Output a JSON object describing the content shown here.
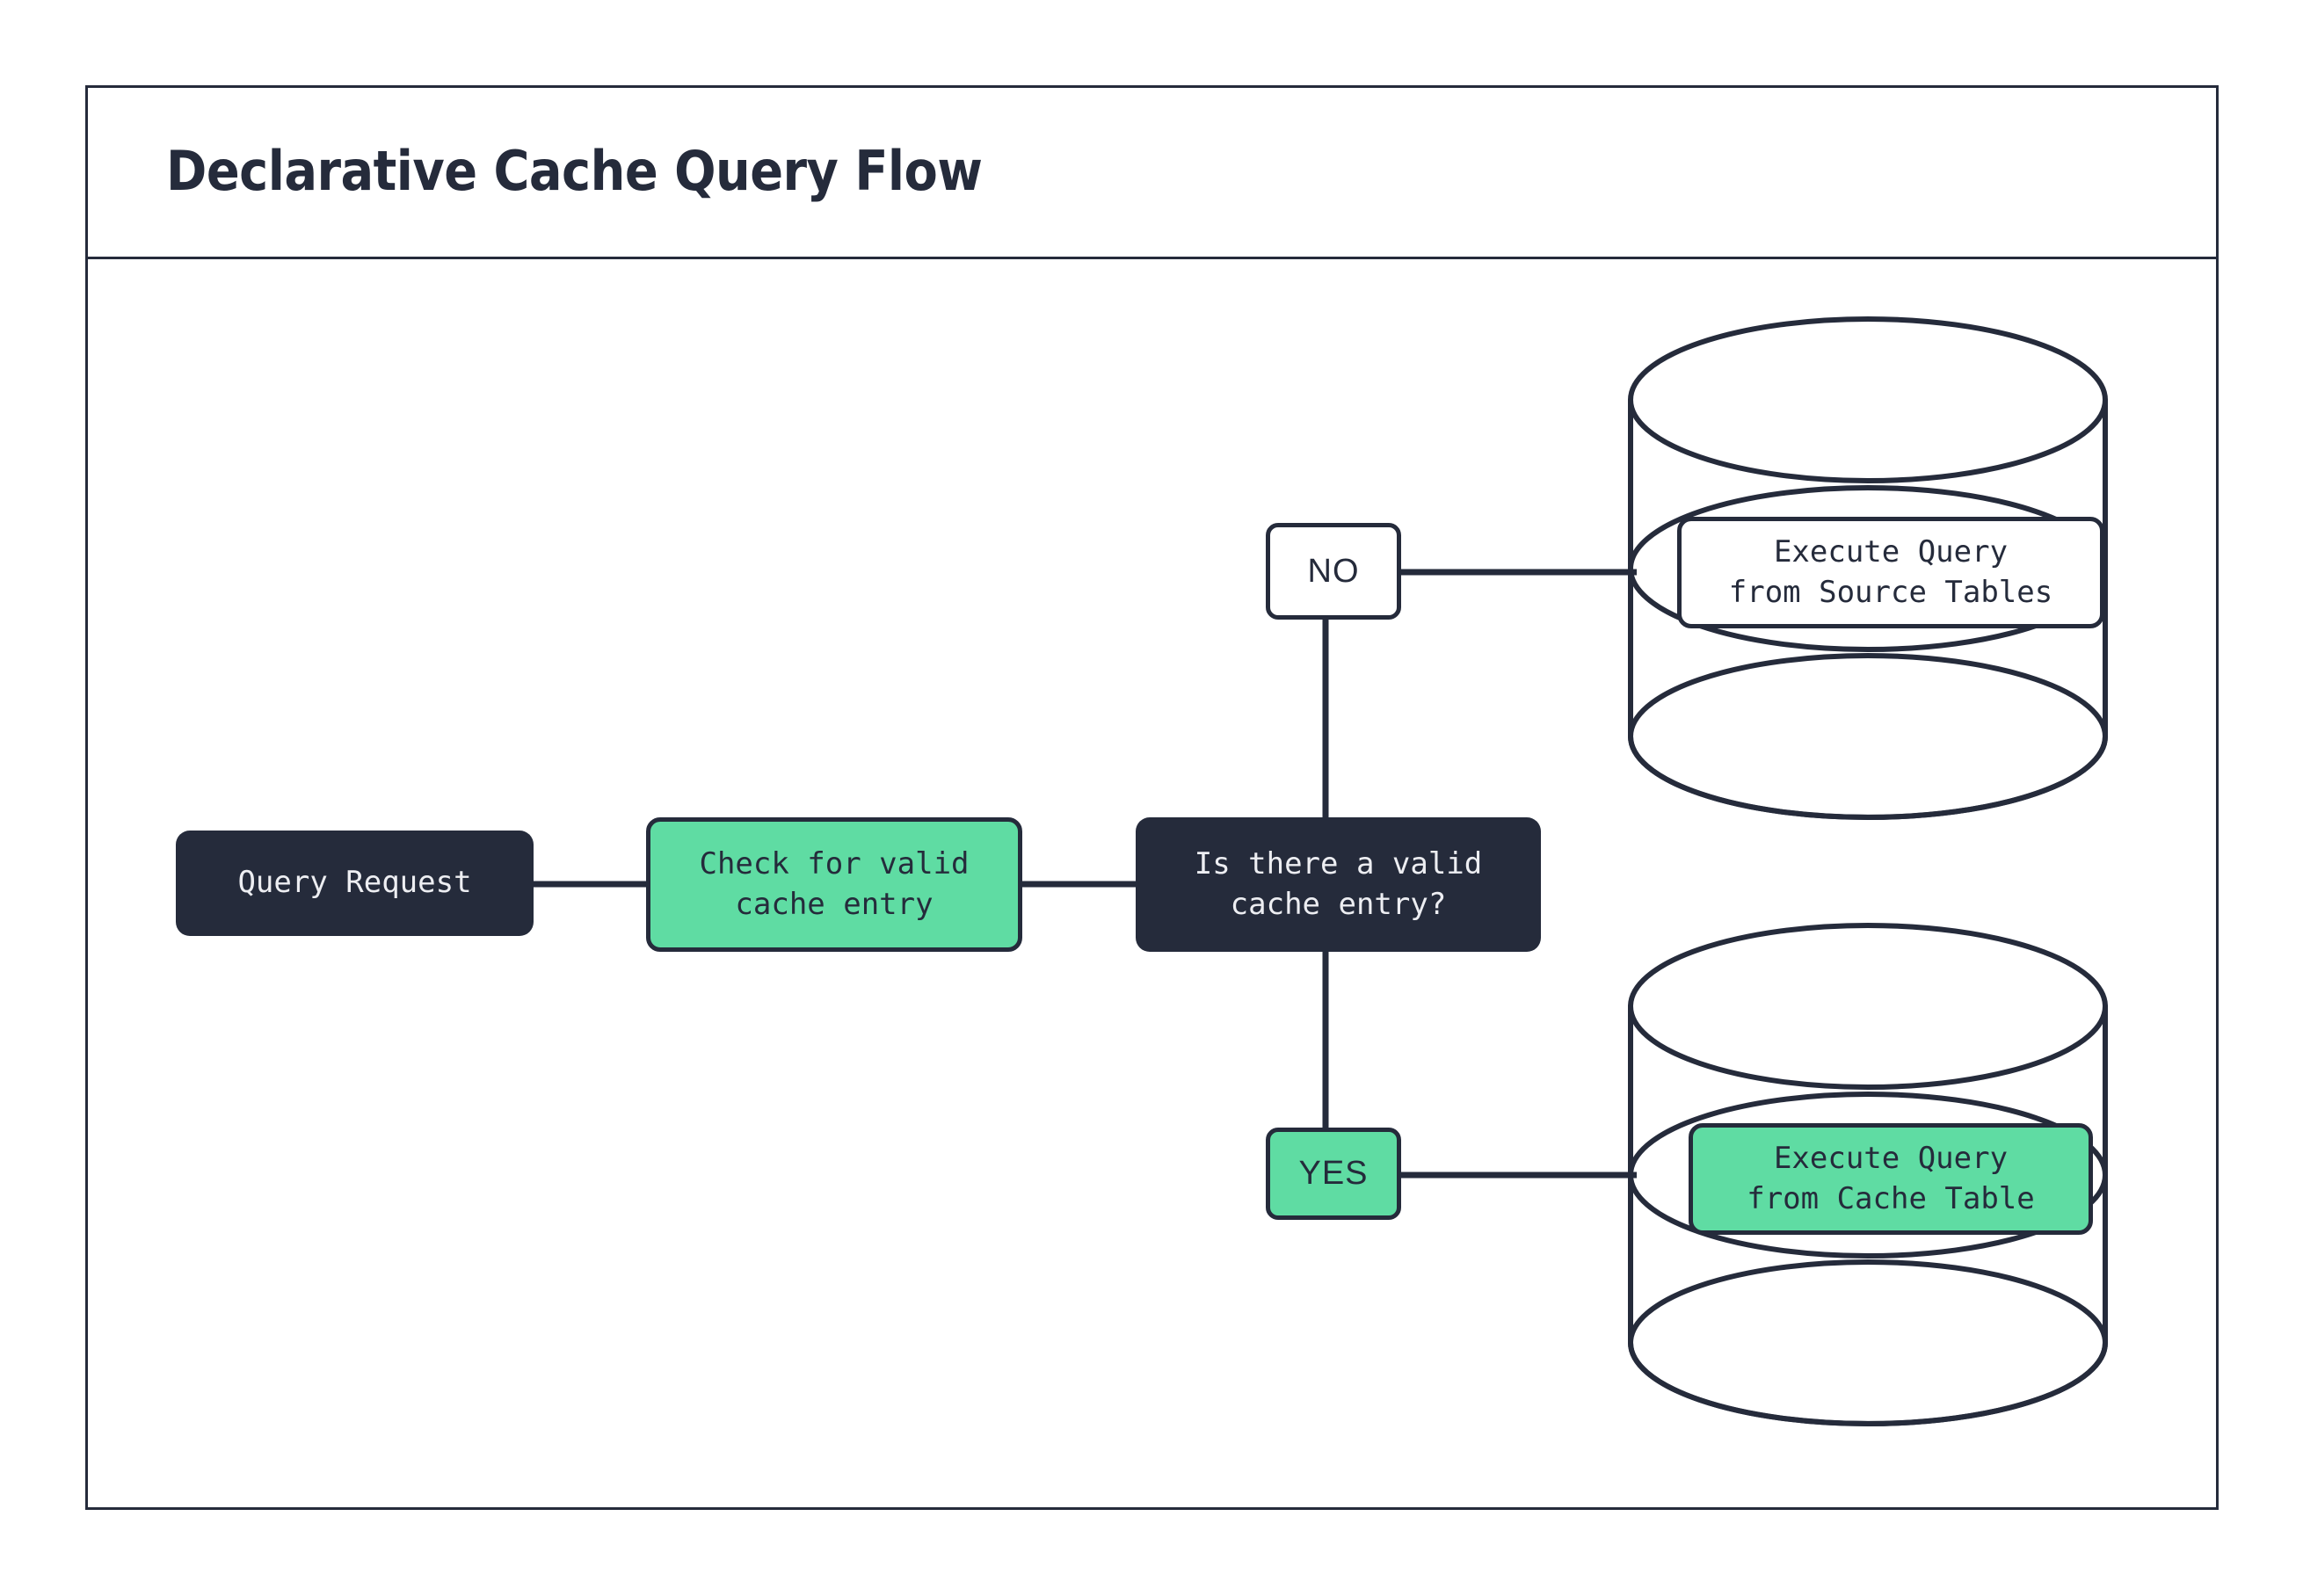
{
  "diagram": {
    "title": "Declarative Cache Query Flow",
    "type": "flowchart",
    "palette": {
      "ink": "#252b3b",
      "accent_green": "#5fdca3",
      "surface": "#ffffff",
      "text_on_dark": "#edeef2"
    },
    "nodes": [
      {
        "id": "query-request",
        "label": "Query Request",
        "shape": "rounded-rect",
        "style": "dark"
      },
      {
        "id": "check-cache",
        "label": "Check for valid\ncache entry",
        "shape": "rounded-rect",
        "style": "green"
      },
      {
        "id": "decision",
        "label": "Is there a valid\ncache entry?",
        "shape": "rounded-rect",
        "style": "dark"
      },
      {
        "id": "exec-source",
        "label": "Execute Query\nfrom Source Tables",
        "shape": "rounded-rect",
        "style": "white",
        "container": "database-cylinder-top"
      },
      {
        "id": "exec-cache",
        "label": "Execute Query\nfrom Cache Table",
        "shape": "rounded-rect",
        "style": "green",
        "container": "database-cylinder-bottom"
      }
    ],
    "branch_labels": [
      {
        "id": "no",
        "label": "NO",
        "style": "white",
        "from": "decision",
        "to": "exec-source"
      },
      {
        "id": "yes",
        "label": "YES",
        "style": "green",
        "from": "decision",
        "to": "exec-cache"
      }
    ],
    "containers": [
      {
        "id": "database-cylinder-top",
        "shape": "stacked-disk-cylinder",
        "layers": 3,
        "holds": "exec-source"
      },
      {
        "id": "database-cylinder-bottom",
        "shape": "stacked-disk-cylinder",
        "layers": 3,
        "holds": "exec-cache"
      }
    ],
    "edges": [
      {
        "from": "query-request",
        "to": "check-cache"
      },
      {
        "from": "check-cache",
        "to": "decision"
      },
      {
        "from": "decision",
        "to": "no"
      },
      {
        "from": "no",
        "to": "database-cylinder-top"
      },
      {
        "from": "decision",
        "to": "yes"
      },
      {
        "from": "yes",
        "to": "database-cylinder-bottom"
      }
    ]
  }
}
